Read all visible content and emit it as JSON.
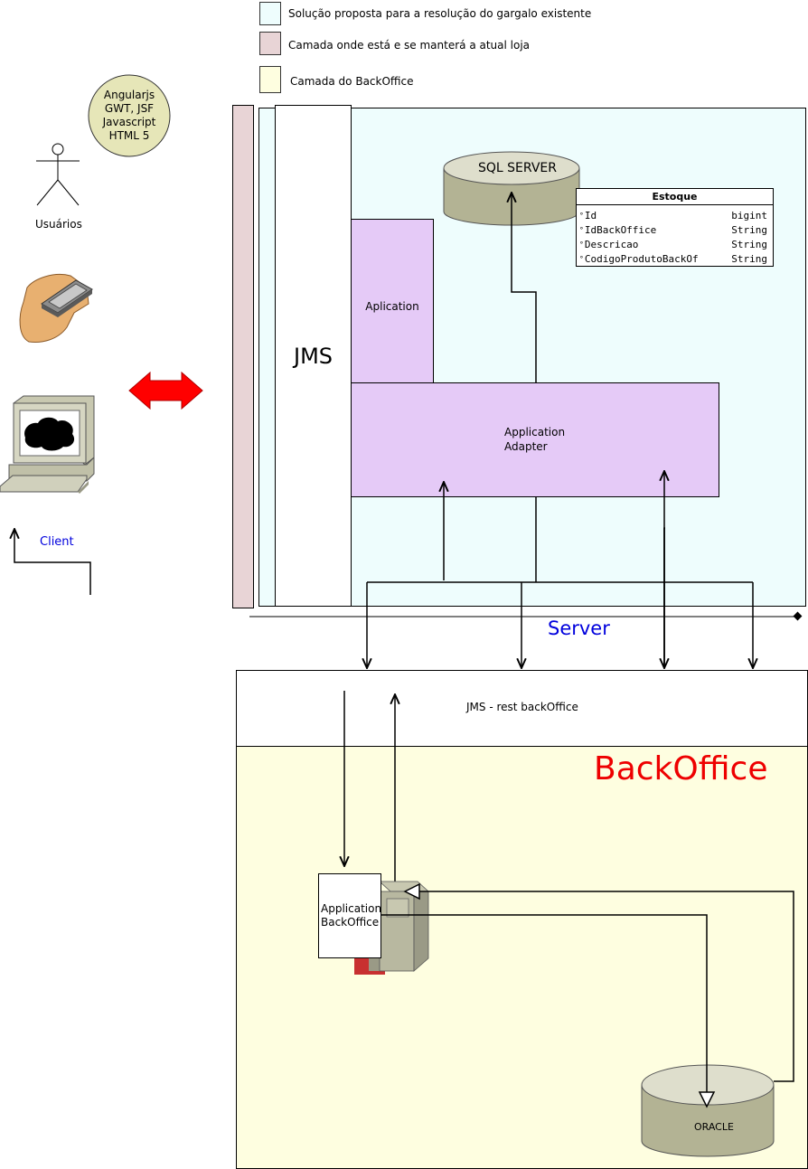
{
  "legend": [
    {
      "label": "Solução proposta para a resolução do gargalo existente",
      "color": "#eefdfd"
    },
    {
      "label": "Camada onde está e se manterá a atual loja",
      "color": "#e8d4d6"
    },
    {
      "label": "Camada do BackOffice",
      "color": "#fefee0"
    }
  ],
  "tech_bubble": {
    "lines": [
      "Angularjs",
      "GWT, JSF",
      "Javascript",
      "HTML 5"
    ]
  },
  "actors": {
    "users_label": "Usuários",
    "client_label": "Client"
  },
  "server": {
    "label": "Server",
    "jms_label": "JMS",
    "aplication_label": "Aplication",
    "adapter_label": "Application\nAdapter",
    "sql_server_label": "SQL SERVER"
  },
  "entity": {
    "name": "Estoque",
    "fields": [
      {
        "name": "Id",
        "type": "bigint"
      },
      {
        "name": "IdBackOffice",
        "type": "String"
      },
      {
        "name": "Descricao",
        "type": "String"
      },
      {
        "name": "CodigoProdutoBackOf",
        "type": "String"
      }
    ]
  },
  "jms_rest_label": "JMS - rest backOffice",
  "backoffice": {
    "title": "BackOffice",
    "app_label": "Application\nBackOffice",
    "oracle_label": "ORACLE"
  },
  "colors": {
    "solution_layer": "#eefdfd",
    "store_layer": "#e8d4d6",
    "backoffice_layer": "#fefee0",
    "application_boxes": "#e5caf7",
    "database": "#b3b394",
    "tech_bubble": "#e6e6b8",
    "label_blue": "#0000dd",
    "backoffice_red": "#ee0000",
    "bidirectional_arrow": "#ff0000"
  }
}
